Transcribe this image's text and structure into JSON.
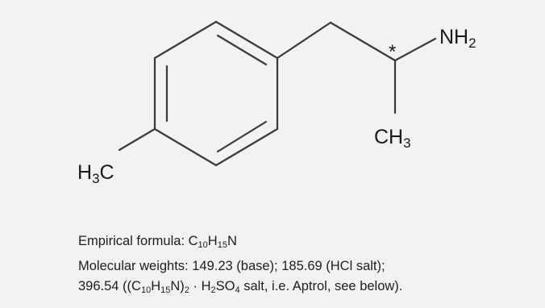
{
  "structure": {
    "atoms": {
      "amine": {
        "main": "NH",
        "sub": "2"
      },
      "chiral_marker": "*",
      "chain_methyl": {
        "main": "CH",
        "sub": "3"
      },
      "ring_methyl": {
        "main": "H",
        "sub": "3",
        "tail": "C"
      }
    }
  },
  "caption": {
    "formula": {
      "label": "Empirical formula: ",
      "c": "C",
      "c_n": "10",
      "h": "H",
      "h_n": "15",
      "n": "N"
    },
    "weights": {
      "line1": "Molecular weights: 149.23 (base); 185.69 (HCl salt);",
      "line2_prefix": "396.54 ((C",
      "c_n": "10",
      "h": "H",
      "h_n": "15",
      "n_close": "N)",
      "paren_n": "2",
      "dot_h": " · H",
      "h2_n": "2",
      "so": "SO",
      "so_n": "4",
      "line2_suffix": " salt, i.e. Aptrol, see below)."
    }
  }
}
